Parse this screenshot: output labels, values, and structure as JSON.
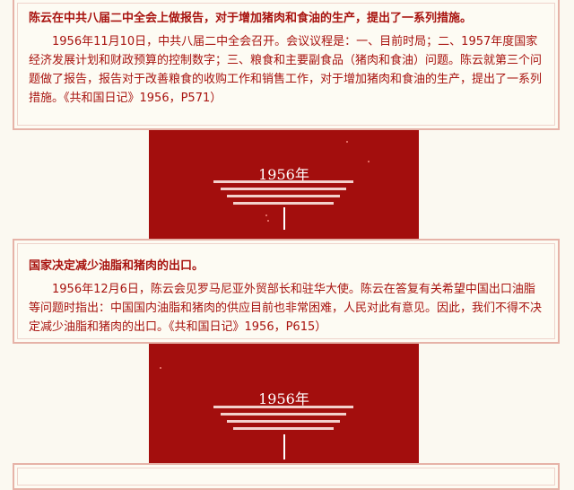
{
  "entries": [
    {
      "title": "陈云在中共八届二中全会上做报告，对于增加猪肉和食油的生产，提出了一系列措施。",
      "body": "1956年11月10日，中共八届二中全会召开。会议议程是：一、目前时局；二、1957年度国家经济发展计划和财政预算的控制数字；三、粮食和主要副食品（猪肉和食油）问题。陈云就第三个问题做了报告，报告对于改善粮食的收购工作和销售工作，对于增加猪肉和食油的生产，提出了一系列措施。《共和国日记》1956，P571）"
    },
    {
      "title": "国家决定减少油脂和猪肉的出口。",
      "body": "1956年12月6日，陈云会见罗马尼亚外贸部长和驻华大使。陈云在答复有关希望中国出口油脂等问题时指出：中国国内油脂和猪肉的供应目前也非常困难，人民对此有意见。因此，我们不得不决定减少油脂和猪肉的出口。《共和国日记》1956，P615）"
    }
  ],
  "year_markers": [
    {
      "year": "1956年"
    },
    {
      "year": "1956年"
    }
  ],
  "colors": {
    "accent_red": "#a8130f",
    "band_red": "#a30e0d",
    "card_bg": "#fdfbf3",
    "card_border": "#e6b3a8"
  }
}
